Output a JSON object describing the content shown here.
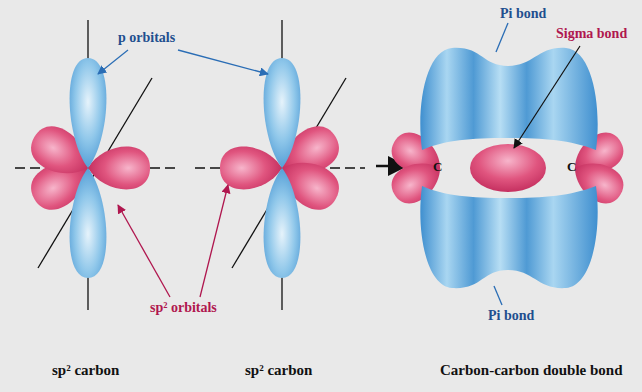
{
  "diagram": {
    "labels": [
      "p orbitals",
      "sp² orbitals",
      "Sigma bond",
      "Pi bond",
      "Pi bond",
      "C",
      "C",
      "sp² carbon",
      "sp² carbon",
      "Carbon-carbon double bond"
    ]
  }
}
